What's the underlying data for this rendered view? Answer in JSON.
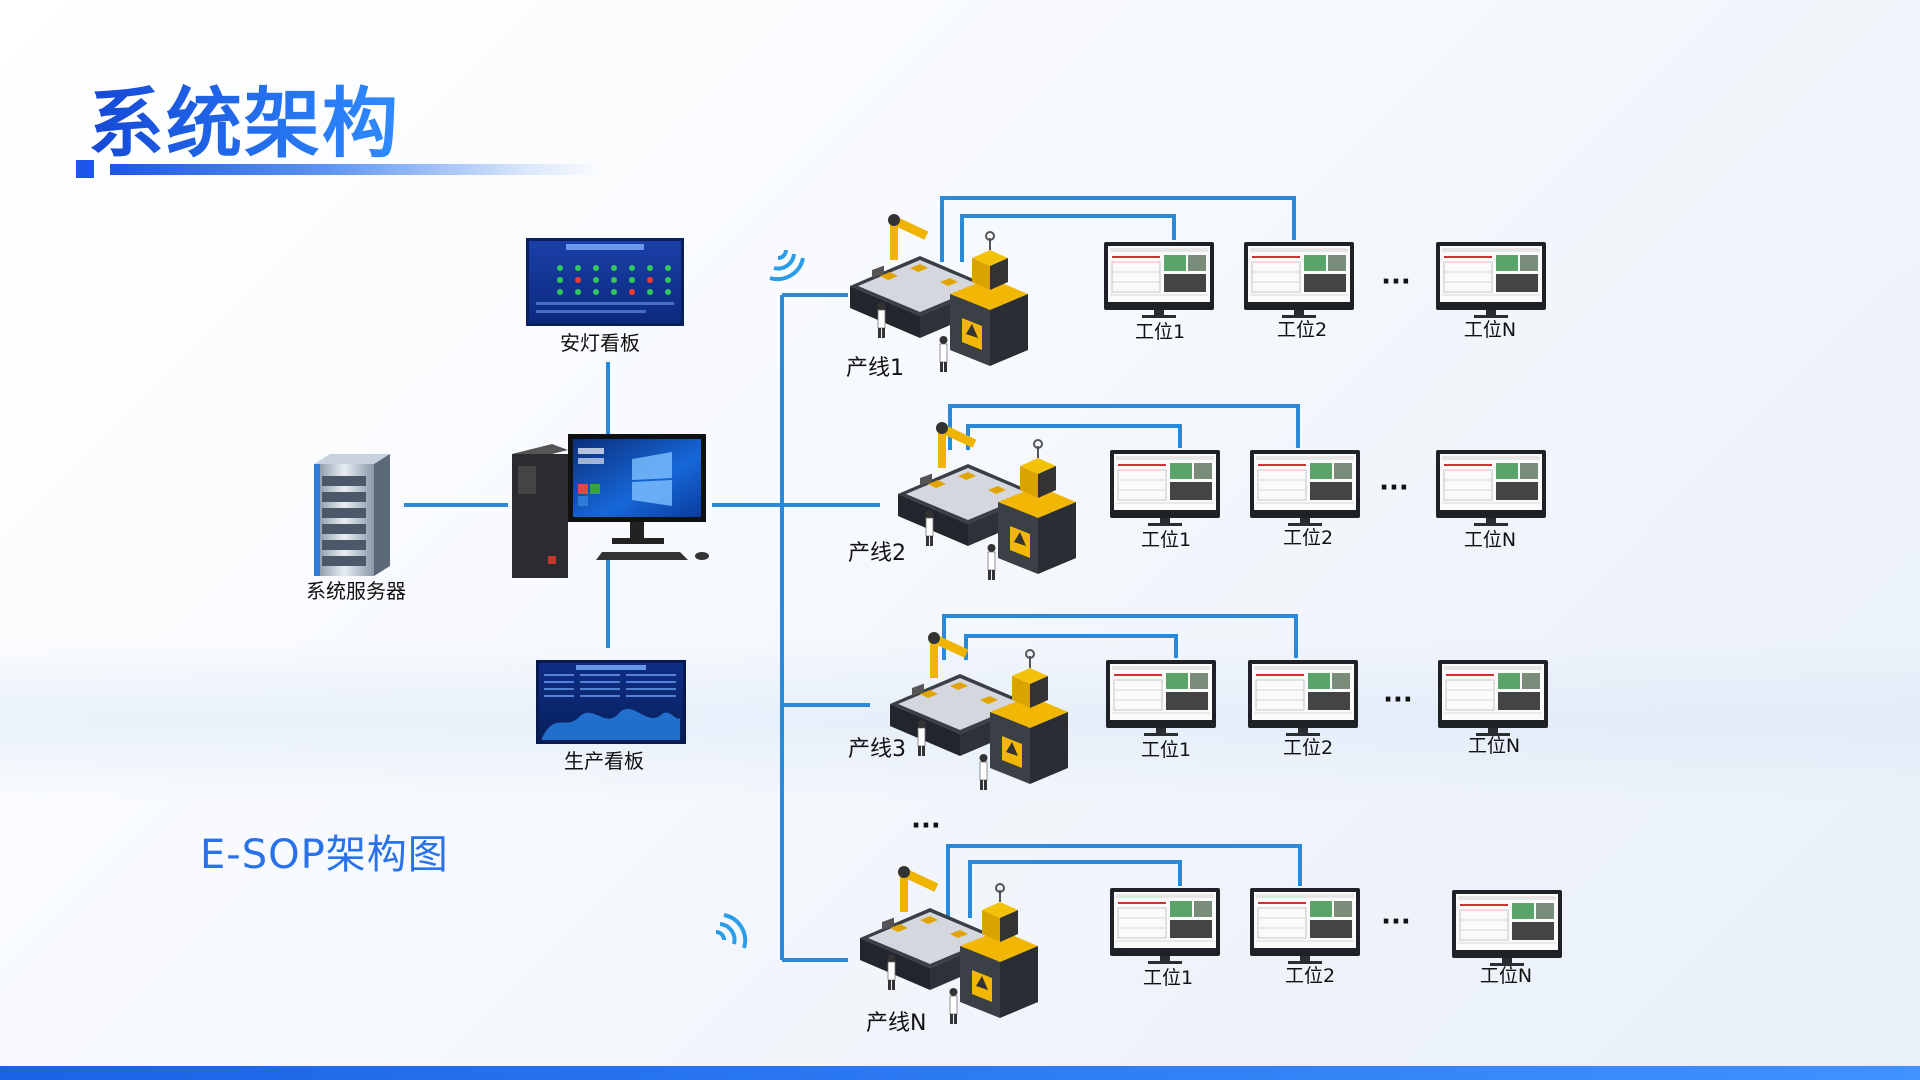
{
  "title": "系统架构",
  "caption": "E-SOP架构图",
  "nodes": {
    "server": "系统服务器",
    "andon_board": "安灯看板",
    "production_board": "生产看板"
  },
  "lines": [
    {
      "label": "产线1",
      "stations": [
        "工位1",
        "工位2",
        "工位N"
      ]
    },
    {
      "label": "产线2",
      "stations": [
        "工位1",
        "工位2",
        "工位N"
      ]
    },
    {
      "label": "产线3",
      "stations": [
        "工位1",
        "工位2",
        "工位N"
      ]
    },
    {
      "label": "产线N",
      "stations": [
        "工位1",
        "工位2",
        "工位N"
      ]
    }
  ],
  "ellipsis": "···",
  "colors": {
    "accent": "#1d56e6",
    "connector": "#2a8ad8",
    "bottom_bar": "#1a63e6"
  }
}
